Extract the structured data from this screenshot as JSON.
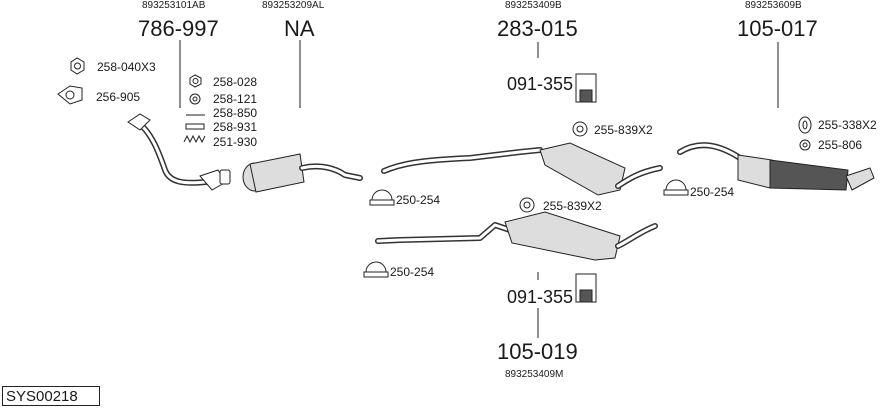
{
  "diagram_code": "SYS00218",
  "columns": [
    {
      "oem": "893253101AB",
      "part_no": "786-997"
    },
    {
      "oem": "893253209AL",
      "part_no": "NA"
    },
    {
      "oem": "893253409B",
      "part_no": "283-015"
    },
    {
      "oem": "893253609B",
      "part_no": "105-017"
    },
    {
      "oem": "893253409M",
      "part_no": "105-019"
    }
  ],
  "parts": {
    "gasket_nut": "258-040X3",
    "flange_gasket": "256-905",
    "nut": "258-028",
    "washer": "258-121",
    "bolt": "258-850",
    "sleeve": "258-931",
    "spring": "251-930",
    "hanger_top": "091-355",
    "ring_mid": "255-839X2",
    "clamp_left": "250-254",
    "ring_right": "255-338X2",
    "ring_right_small": "255-806",
    "clamp_right": "250-254",
    "ring_lower": "255-839X2",
    "clamp_lower": "250-254",
    "hanger_bottom": "091-355"
  }
}
